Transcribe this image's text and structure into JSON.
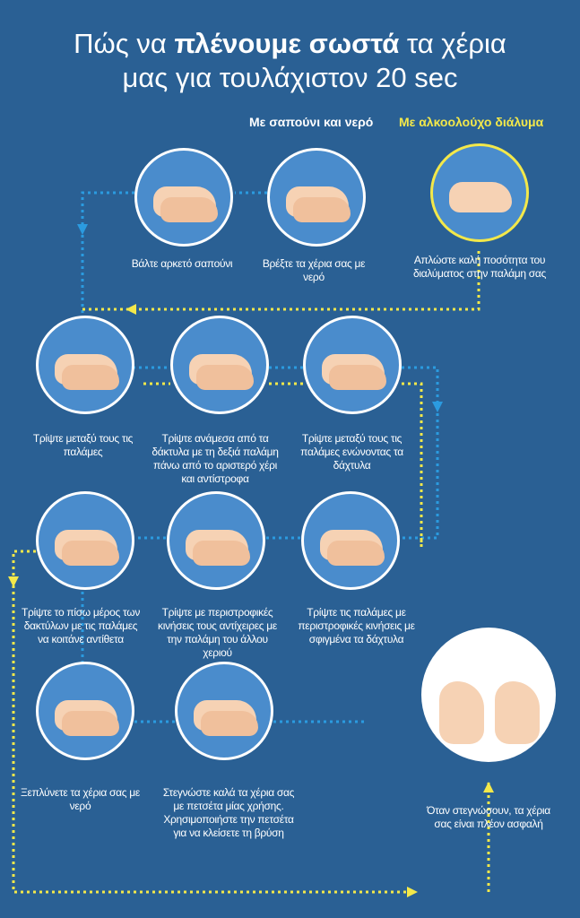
{
  "title": {
    "line1_pre": "Πώς να ",
    "line1_bold": "πλένουμε σωστά",
    "line1_post": " τα χέρια",
    "line2": "μας για τουλάχιστον 20 sec"
  },
  "headers": {
    "soap": "Με σαπούνι και νερό",
    "alcohol": "Με αλκοολούχο διάλυμα"
  },
  "steps": [
    {
      "text": "Βάλτε αρκετό σαπούνι"
    },
    {
      "text": "Βρέξτε τα χέρια σας με νερό"
    },
    {
      "text": "Απλώστε καλή ποσότητα του διαλύματος στην παλάμη σας"
    },
    {
      "text": "Τρίψτε μεταξύ τους τις παλάμες"
    },
    {
      "text": "Τρίψτε ανάμεσα από τα δάκτυλα με τη δεξιά παλάμη πάνω από το αριστερό χέρι και αντίστροφα"
    },
    {
      "text": "Τρίψτε μεταξύ τους τις παλάμες ενώνοντας τα δάχτυλα"
    },
    {
      "text": "Τρίψτε το πίσω μέρος των δακτύλων με τις παλάμες να κοιτάνε αντίθετα"
    },
    {
      "text": "Τρίψτε με περιστροφικές κινήσεις τους αντίχειρες με την παλάμη του άλλου χεριού"
    },
    {
      "text": "Τρίψτε τις παλάμες με περιστροφικές κινήσεις με σφιγμένα τα δάχτυλα"
    },
    {
      "text": "Ξεπλύνετε τα χέρια σας με νερό"
    },
    {
      "text": "Στεγνώστε καλά τα χέρια σας με πετσέτα μίας χρήσης. Χρησιμοποιήστε την πετσέτα για να κλείσετε τη βρύση"
    },
    {
      "text": "Όταν στεγνώσουν, τα χέρια σας είναι πλέον ασφαλή"
    }
  ],
  "colors": {
    "background": "#2a6094",
    "soap_path": "#2b9be0",
    "alcohol_path": "#f3e84a"
  }
}
